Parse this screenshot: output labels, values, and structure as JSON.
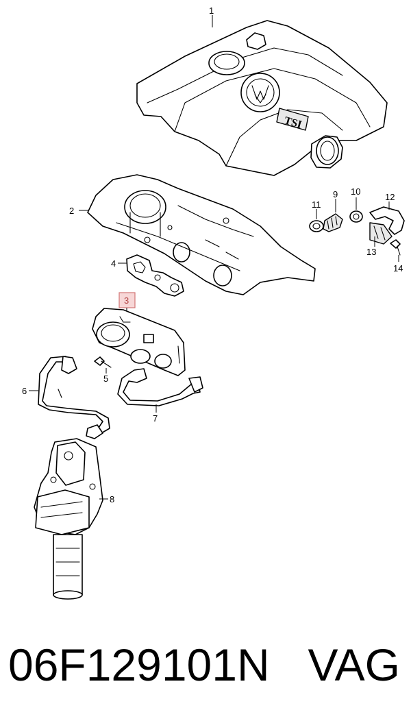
{
  "callouts": {
    "c1": "1",
    "c2": "2",
    "c3": "3",
    "c4": "4",
    "c5": "5",
    "c6": "6",
    "c7": "7",
    "c8": "8",
    "c9": "9",
    "c10": "10",
    "c11": "11",
    "c12": "12",
    "c13": "13",
    "c14": "14"
  },
  "highlighted_callout": "3",
  "cover_badge": "TSI",
  "caption": {
    "part_number": "06F129101N",
    "brand": "VAG"
  },
  "colors": {
    "highlight_fill": "#f7d7d7",
    "highlight_stroke": "#d27474",
    "line": "#000000"
  }
}
